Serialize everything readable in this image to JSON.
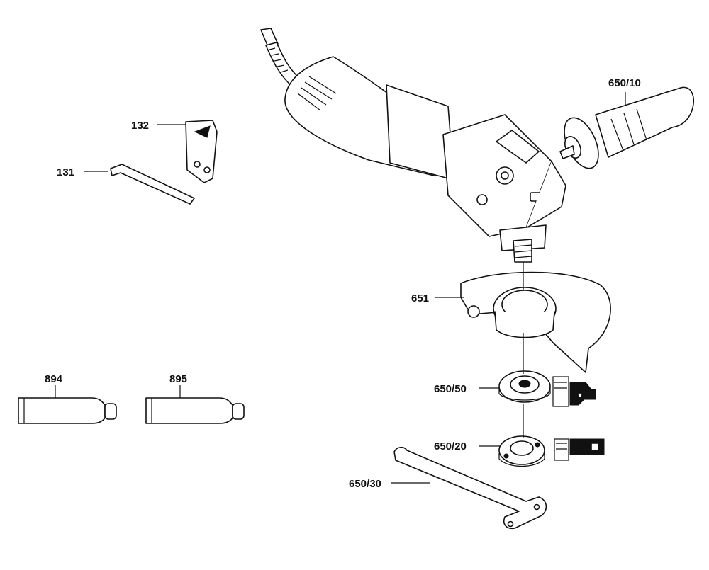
{
  "parts": [
    {
      "id": "p650_10",
      "label": "650/10",
      "name": "auxiliary-handle"
    },
    {
      "id": "p132",
      "label": "132",
      "name": "guard-key"
    },
    {
      "id": "p131",
      "label": "131",
      "name": "hex-key"
    },
    {
      "id": "p651",
      "label": "651",
      "name": "wheel-guard"
    },
    {
      "id": "p894",
      "label": "894",
      "name": "grease-tube-894"
    },
    {
      "id": "p895",
      "label": "895",
      "name": "grease-tube-895"
    },
    {
      "id": "p650_50",
      "label": "650/50",
      "name": "backing-flange"
    },
    {
      "id": "p650_20",
      "label": "650/20",
      "name": "clamping-nut"
    },
    {
      "id": "p650_30",
      "label": "650/30",
      "name": "spanner-wrench"
    }
  ]
}
